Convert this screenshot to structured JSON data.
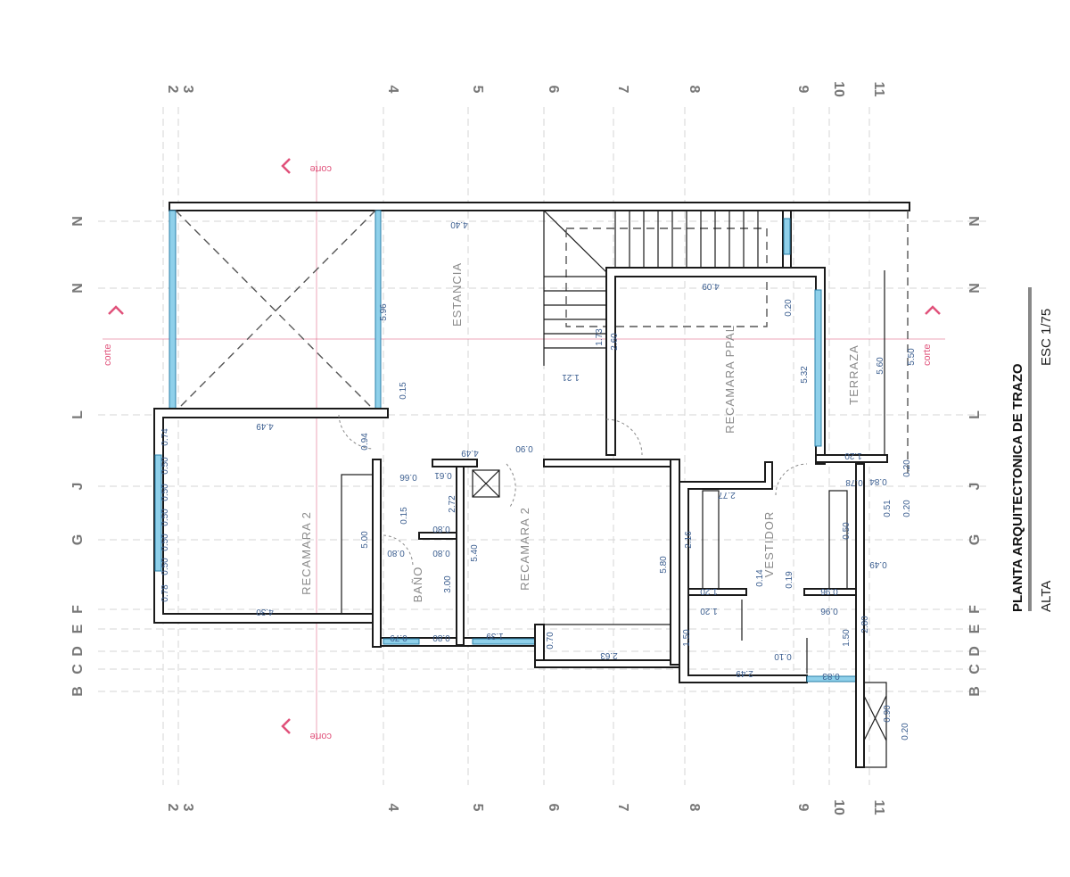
{
  "title_block": {
    "title": "PLANTA ARQUITECTONICA DE TRAZO",
    "subtitle": "ALTA",
    "scale": "ESC 1/75"
  },
  "grid_axes": {
    "columns": [
      "2",
      "3",
      "4",
      "5",
      "6",
      "7",
      "8",
      "9",
      "10",
      "11"
    ],
    "rows": [
      "N",
      "N",
      "L",
      "J",
      "G",
      "F",
      "E",
      "D",
      "C",
      "B"
    ]
  },
  "section_marks": {
    "label": "corte"
  },
  "rooms": {
    "estancia": "ESTANCIA",
    "recamara_ppal": "RECAMARA PPAL",
    "terraza": "TERRAZA",
    "recamara_2_left": "RECAMARA 2",
    "bano": "BAÑO",
    "recamara_2_right": "RECAMARA 2",
    "vestidor": "VESTIDOR"
  },
  "dimensions": [
    "4.40",
    "5.96",
    "0.15",
    "4.49",
    "4.30",
    "0.74",
    "0.50",
    "0.50",
    "0.50",
    "0.50",
    "0.50",
    "0.78",
    "5.00",
    "0.94",
    "0.66",
    "0.61",
    "2.72",
    "0.15",
    "0.80",
    "0.80",
    "0.80",
    "5.40",
    "3.00",
    "0.79",
    "0.80",
    "1.39",
    "4.49",
    "0.90",
    "4.09",
    "2.60",
    "1.73",
    "1.21",
    "0.20",
    "5.32",
    "5.60",
    "5.50",
    "1.20",
    "2.77",
    "2.16",
    "5.80",
    "1.20",
    "1.20",
    "0.14",
    "0.19",
    "0.96",
    "0.96",
    "1.50",
    "1.50",
    "0.10",
    "2.49",
    "0.83",
    "2.63",
    "0.70",
    "2.80",
    "0.78",
    "0.84",
    "0.50",
    "0.51",
    "0.49",
    "0.20",
    "0.20",
    "0.90",
    "0.20"
  ],
  "colors": {
    "glass": "#8fd0ea",
    "section": "#e0517a",
    "dimension": "#3a5d8f",
    "wall": "#1a1a1a"
  }
}
